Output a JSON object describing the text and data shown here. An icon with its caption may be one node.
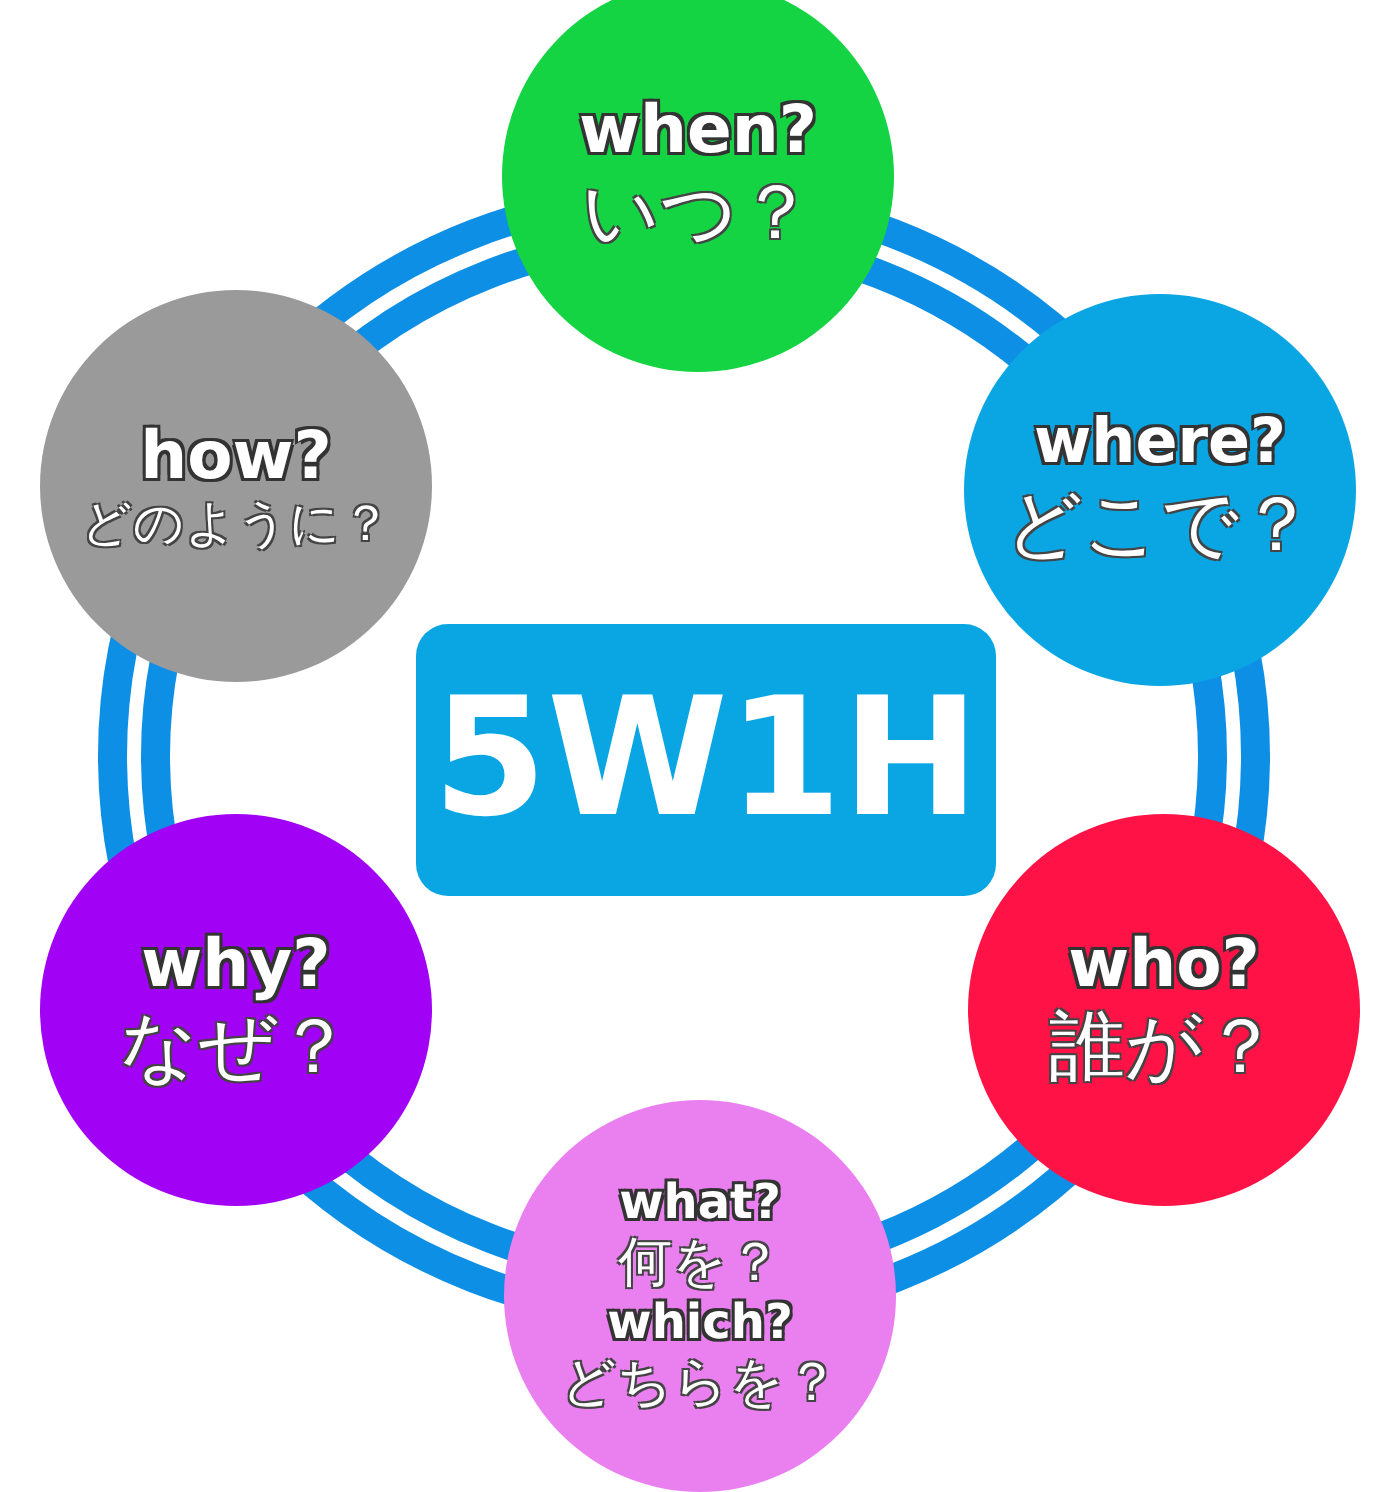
{
  "diagram": {
    "nodes": [
      {
        "text": [
          "5W1H"
        ]
      },
      {
        "text": [
          "when?",
          "いつ？"
        ]
      },
      {
        "text": [
          "where?",
          "どこで？"
        ]
      },
      {
        "text": [
          "who?",
          "誰が？"
        ]
      },
      {
        "text": [
          "what?",
          "何を？",
          "which?",
          "どちらを？"
        ]
      },
      {
        "text": [
          "why?",
          "なぜ？"
        ]
      },
      {
        "text": [
          "how?",
          "どのように？"
        ]
      }
    ]
  }
}
